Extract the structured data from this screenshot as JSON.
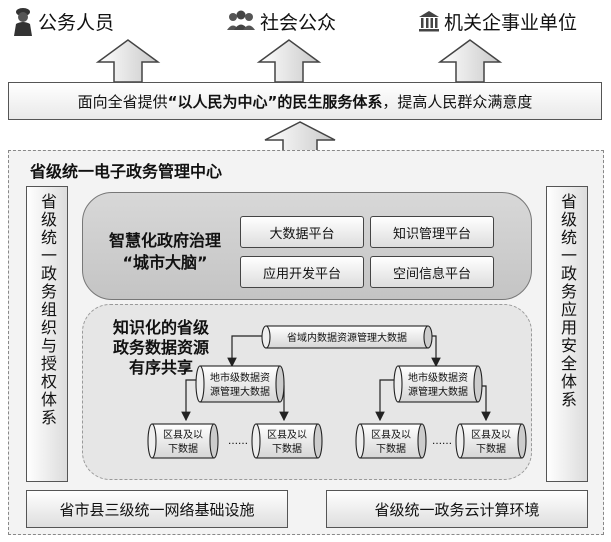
{
  "audiences": [
    {
      "label": "公务人员",
      "icon": "civil-servant-icon"
    },
    {
      "label": "社会公众",
      "icon": "people-group-icon"
    },
    {
      "label": "机关企事业单位",
      "icon": "government-building-icon"
    }
  ],
  "mission": {
    "prefix": "面向全省提供",
    "emphasis": "“以人民为中心”",
    "middle": "的民生服务体系",
    "suffix": "，提高人民群众满意度"
  },
  "center": {
    "title": "省级统一电子政务管理中心",
    "left_system": "省级统一政务组织与授权体系",
    "right_system": "省级统一政务应用安全体系"
  },
  "smart_governance": {
    "title_line1": "智慧化政府治理",
    "title_line2": "“城市大脑”",
    "platforms": [
      "大数据平台",
      "知识管理平台",
      "应用开发平台",
      "空间信息平台"
    ]
  },
  "knowledge": {
    "title_line1": "知识化的省级",
    "title_line2": "政务数据资源",
    "title_line3": "有序共享",
    "provincial": "省域内数据资源管理大数据",
    "city_line1": "地市级数据资",
    "city_line2": "源管理大数据",
    "county_line1": "区县及以",
    "county_line2": "下数据",
    "ellipsis": "……"
  },
  "infrastructure": {
    "network": "省市县三级统一网络基础设施",
    "cloud": "省级统一政务云计算环境"
  }
}
